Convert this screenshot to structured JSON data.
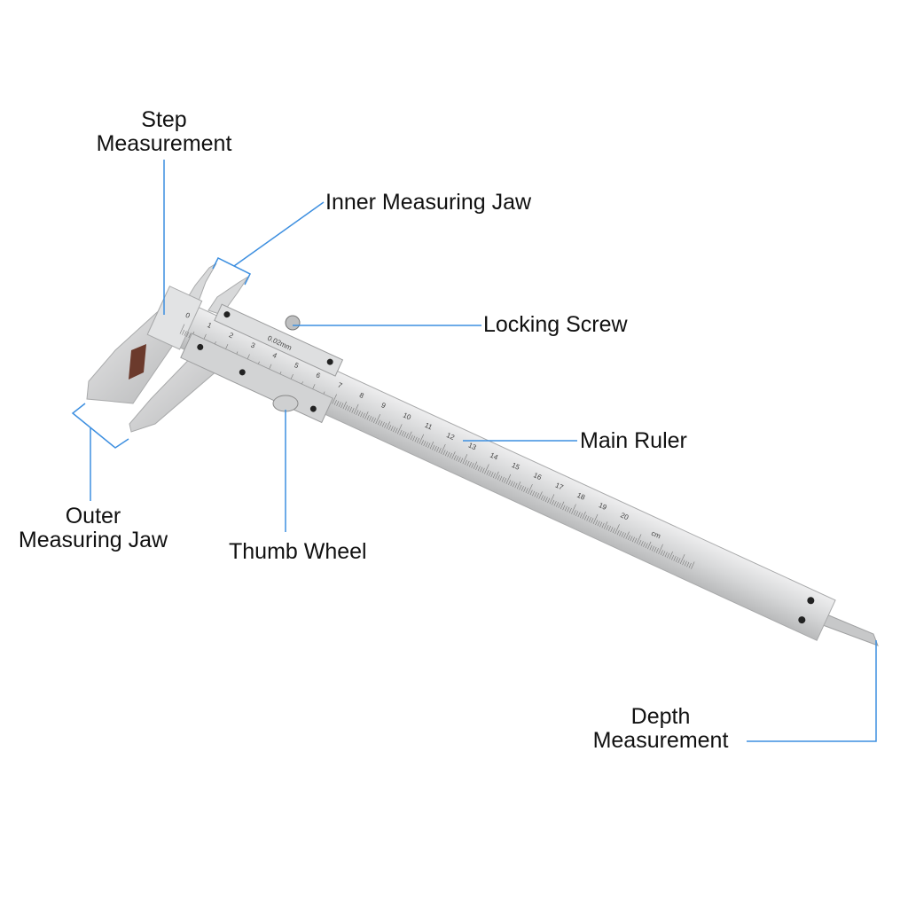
{
  "labels": {
    "step": [
      "Step",
      "Measurement"
    ],
    "inner_jaw": "Inner Measuring Jaw",
    "locking_screw": "Locking Screw",
    "main_ruler": "Main Ruler",
    "outer_jaw": [
      "Outer",
      "Measuring Jaw"
    ],
    "thumb_wheel": "Thumb Wheel",
    "depth": [
      "Depth",
      "Measurement"
    ]
  },
  "caliper": {
    "main_scale_numbers": [
      "0",
      "1",
      "2",
      "3",
      "4",
      "5",
      "6",
      "7",
      "8",
      "9",
      "10",
      "11",
      "12",
      "13",
      "14",
      "15",
      "16",
      "17",
      "18",
      "19",
      "20"
    ],
    "unit": "cm",
    "vernier_precision": "0.02mm"
  },
  "colors": {
    "callout": "#3d8fe0",
    "metal": "#d9dadb",
    "text": "#111111"
  }
}
